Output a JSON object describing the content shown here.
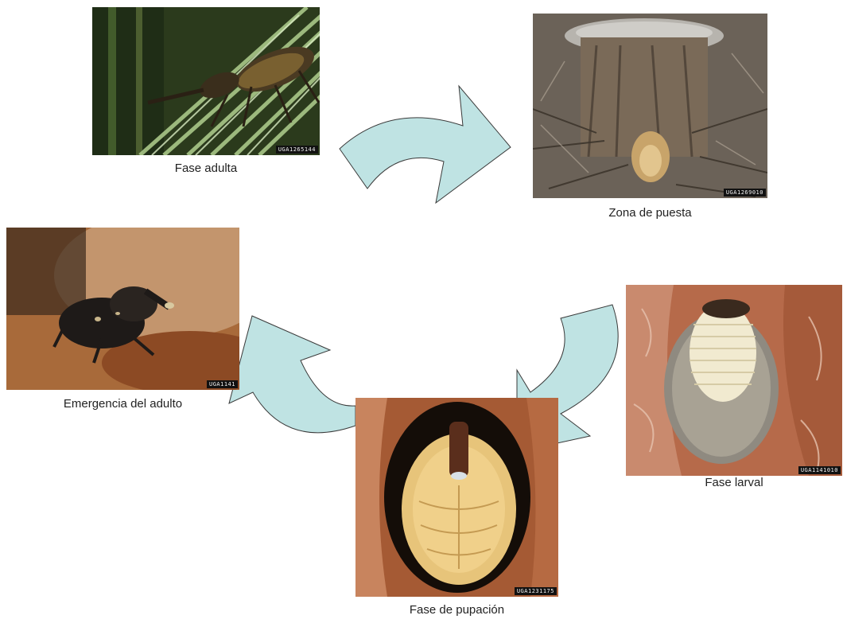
{
  "stages": [
    {
      "id": "adult",
      "caption": "Fase adulta",
      "code": "UGA1265144"
    },
    {
      "id": "oviposition",
      "caption": "Zona de puesta",
      "code": "UGA1269010"
    },
    {
      "id": "larva",
      "caption": "Fase larval",
      "code": "UGA1141010"
    },
    {
      "id": "pupa",
      "caption": "Fase de pupación",
      "code": "UGA1231175"
    },
    {
      "id": "emergence",
      "caption": "Emergencia del adulto",
      "code": "UGA1141"
    }
  ],
  "colors": {
    "arrow_fill": "#bfe3e3",
    "arrow_stroke": "#3a3a3a"
  }
}
